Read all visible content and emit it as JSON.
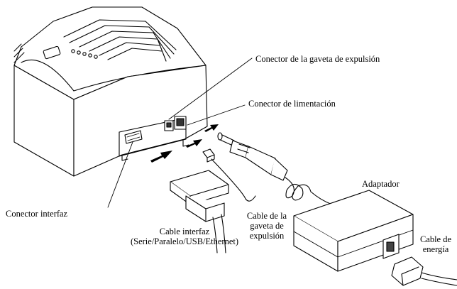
{
  "labels": {
    "cash_drawer_connector": "Conector de la gaveta de expulsión",
    "power_connector": "Conector de limentación",
    "interface_connector": "Conector interfaz",
    "adapter": "Adaptador",
    "drawer_cable_line1": "Cable de la",
    "drawer_cable_line2": "gaveta de",
    "drawer_cable_line3": "expulsión",
    "interface_cable_line1": "Cable interfaz",
    "interface_cable_line2": "(Serie/Paralelo/USB/Ethernet)",
    "power_cable_line1": "Cable de",
    "power_cable_line2": "energía"
  },
  "icons": [
    "printer",
    "adapter-brick",
    "dc-plug",
    "rj11-plug",
    "db25-plug",
    "ac-plug",
    "arrow"
  ]
}
